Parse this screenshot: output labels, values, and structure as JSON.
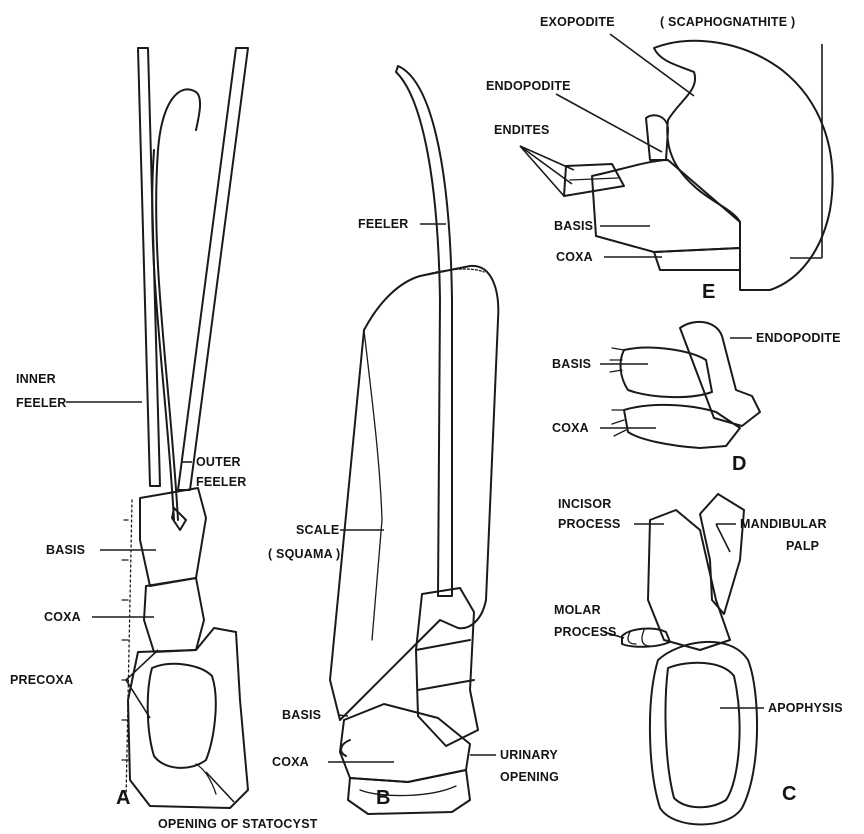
{
  "figure_letters": {
    "a": "A",
    "b": "B",
    "c": "C",
    "d": "D",
    "e": "E"
  },
  "fig_a": {
    "inner_feeler_1": "INNER",
    "inner_feeler_2": "FEELER",
    "outer_feeler_1": "OUTER",
    "outer_feeler_2": "FEELER",
    "basis": "BASIS",
    "coxa": "COXA",
    "precoxa": "PRECOXA",
    "statocyst": "OPENING OF STATOCYST"
  },
  "fig_b": {
    "feeler": "FEELER",
    "scale_1": "SCALE",
    "scale_2": "( SQUAMA )",
    "basis": "BASIS",
    "coxa": "COXA",
    "urinary_1": "URINARY",
    "urinary_2": "OPENING"
  },
  "fig_c": {
    "incisor_1": "INCISOR",
    "incisor_2": "PROCESS",
    "mandibular_1": "MANDIBULAR",
    "mandibular_2": "PALP",
    "molar_1": "MOLAR",
    "molar_2": "PROCESS",
    "apophysis": "APOPHYSIS"
  },
  "fig_d": {
    "endopodite": "ENDOPODITE",
    "basis": "BASIS",
    "coxa": "COXA"
  },
  "fig_e": {
    "exopodite": "EXOPODITE",
    "scaphognathite": "( SCAPHOGNATHITE )",
    "endopodite": "ENDOPODITE",
    "endites": "ENDITES",
    "basis": "BASIS",
    "coxa": "COXA"
  }
}
